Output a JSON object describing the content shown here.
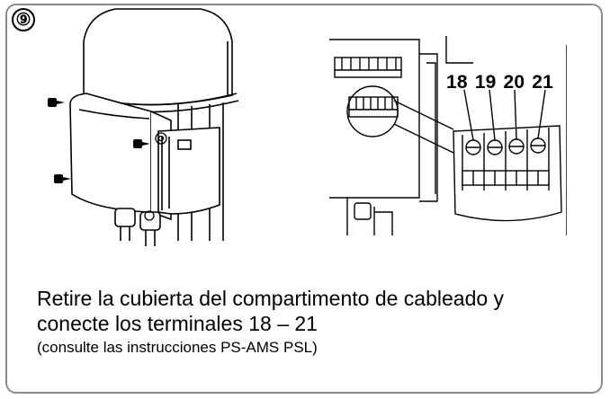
{
  "step": {
    "number": "⑨"
  },
  "terminal_labels": [
    "18",
    "19",
    "20",
    "21"
  ],
  "caption": {
    "line1": "Retire la cubierta del compartimento de cableado y",
    "line2": "conecte los terminales 18 – 21",
    "note": "(consulte las instrucciones PS-AMS PSL)"
  }
}
